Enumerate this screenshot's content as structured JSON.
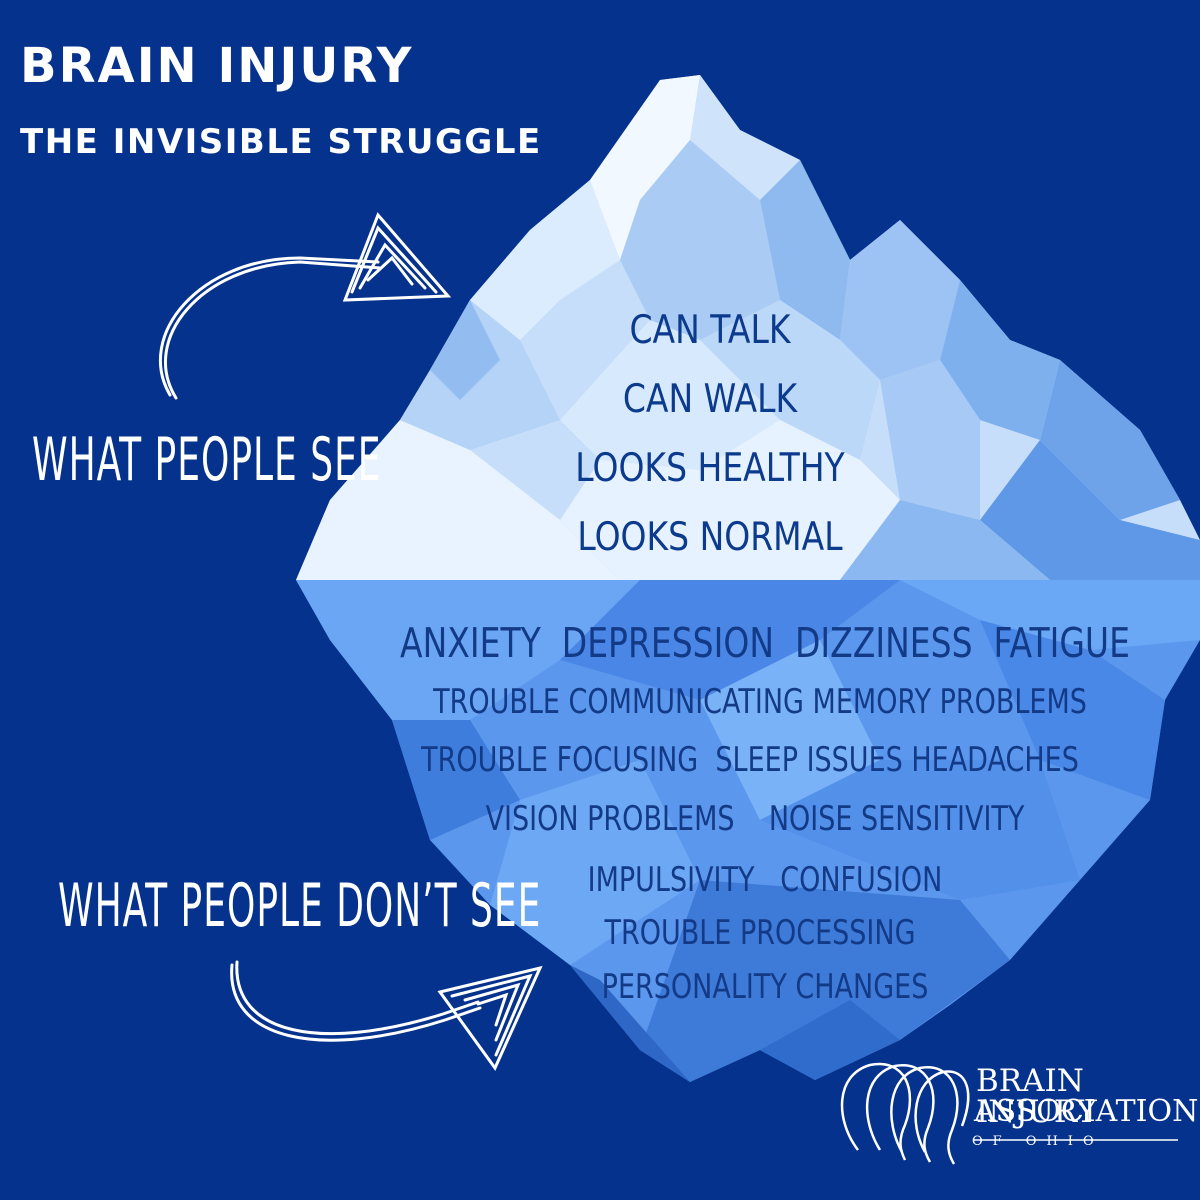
{
  "header": {
    "title": "BRAIN INJURY",
    "subtitle": "THE INVISIBLE STRUGGLE"
  },
  "labels": {
    "people_see": "WHAT PEOPLE SEE",
    "people_dont_see": "WHAT PEOPLE DON’T SEE"
  },
  "visible_symptoms": [
    "CAN TALK",
    "CAN WALK",
    "LOOKS HEALTHY",
    "LOOKS NORMAL"
  ],
  "hidden_symptoms": [
    "ANXIETY  DEPRESSION  DIZZINESS  FATIGUE",
    "TROUBLE COMMUNICATING MEMORY PROBLEMS",
    "TROUBLE FOCUSING  SLEEP ISSUES HEADACHES",
    "VISION PROBLEMS    NOISE SENSITIVITY",
    "IMPULSIVITY   CONFUSION",
    "TROUBLE PROCESSING",
    "PERSONALITY CHANGES"
  ],
  "logo": {
    "line1": "BRAIN INJURY",
    "line2": "ASSOCIATION",
    "line3": "OF OHIO"
  },
  "colors": {
    "background": "#05328c",
    "ice_top": "#e6f2ff",
    "ice_below": "#5e9cf2",
    "text_on_ice": "#0c3a8c",
    "white": "#ffffff"
  },
  "icons": {
    "arrow_top": "hand-drawn-arrow-right",
    "arrow_bottom": "hand-drawn-arrow-right",
    "logo_mark": "overlapping-heads-logo"
  }
}
